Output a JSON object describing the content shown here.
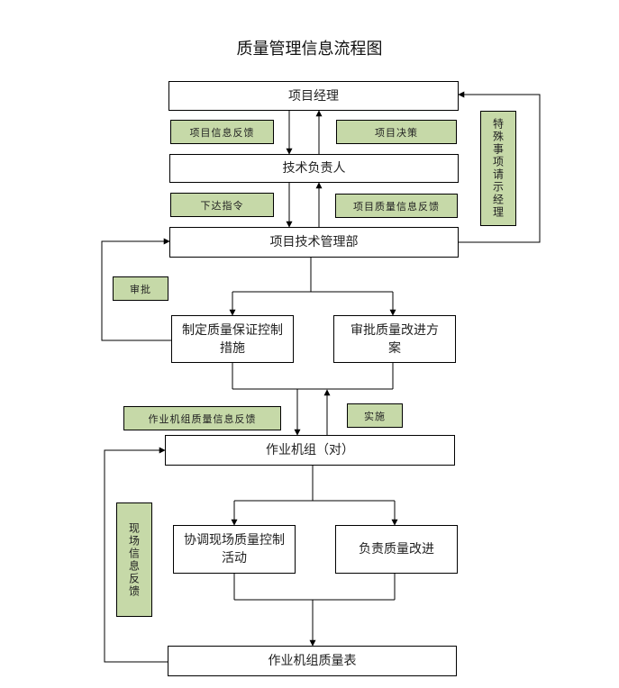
{
  "title": "质量管理信息流程图",
  "nodes": {
    "project_manager": "项目经理",
    "tech_lead": "技术负责人",
    "tech_dept": "项目技术管理部",
    "quality_measures": "制定质量保证控制措施",
    "approve_plan": "审批质量改进方案",
    "work_crew": "作业机组（对）",
    "coordinate": "协调现场质量控制活动",
    "responsible": "负责质量改进",
    "quality_table": "作业机组质量表"
  },
  "labels": {
    "project_info_feedback": "项目信息反馈",
    "project_decision": "项目决策",
    "issue_directive": "下达指令",
    "project_quality_feedback": "项目质量信息反馈",
    "approve": "审批",
    "special_request": "特殊事项请示经理",
    "crew_quality_feedback": "作业机组质量信息反馈",
    "implement": "实施",
    "site_feedback": "现场信息反馈"
  },
  "colors": {
    "note_fill": "#c6d9a8",
    "line": "#000000"
  }
}
